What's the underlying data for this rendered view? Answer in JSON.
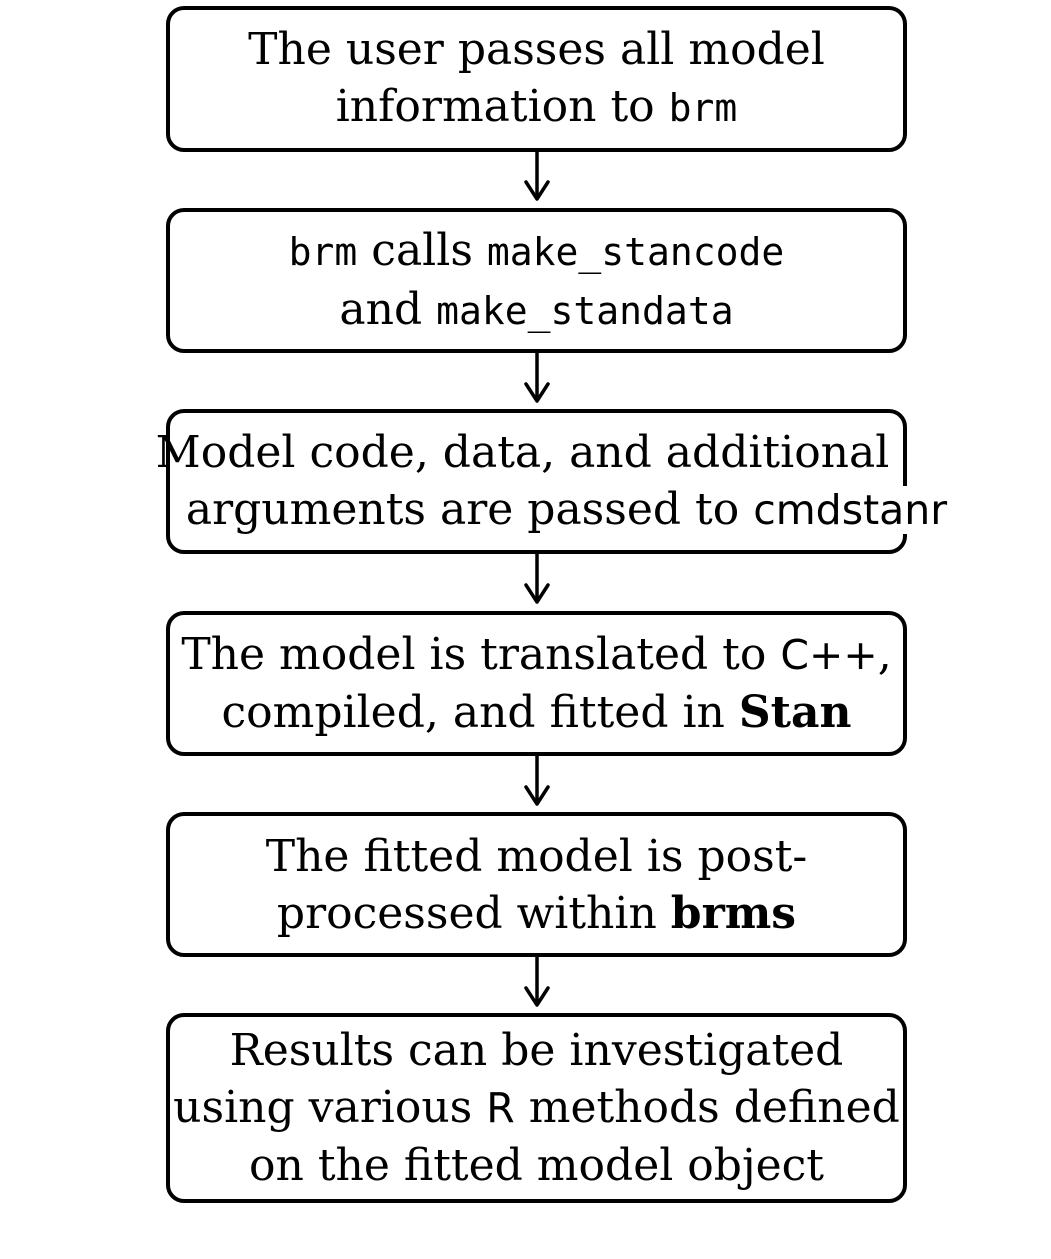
{
  "steps": [
    {
      "lines": [
        [
          {
            "text": "The user passes all model",
            "style": "serif"
          }
        ],
        [
          {
            "text": "information to ",
            "style": "serif"
          },
          {
            "text": "brm",
            "style": "mono"
          }
        ]
      ]
    },
    {
      "lines": [
        [
          {
            "text": "brm",
            "style": "mono"
          },
          {
            "text": " calls ",
            "style": "serif"
          },
          {
            "text": "make_stancode",
            "style": "mono"
          }
        ],
        [
          {
            "text": "and ",
            "style": "serif"
          },
          {
            "text": "make_standata",
            "style": "mono"
          }
        ]
      ]
    },
    {
      "lines": [
        [
          {
            "text": "Model code, data, and additional",
            "style": "serif"
          }
        ],
        [
          {
            "text": "arguments are passed to ",
            "style": "serif"
          },
          {
            "text": "cmdstanr",
            "style": "sans"
          }
        ]
      ]
    },
    {
      "lines": [
        [
          {
            "text": "The model is translated to ",
            "style": "serif"
          },
          {
            "text": "C++",
            "style": "sans"
          },
          {
            "text": ",",
            "style": "serif"
          }
        ],
        [
          {
            "text": "compiled, and fitted in ",
            "style": "serif"
          },
          {
            "text": "Stan",
            "style": "bold"
          }
        ]
      ]
    },
    {
      "lines": [
        [
          {
            "text": "The fitted model is post-",
            "style": "serif"
          }
        ],
        [
          {
            "text": "processed within ",
            "style": "serif"
          },
          {
            "text": "brms",
            "style": "bold"
          }
        ]
      ]
    },
    {
      "lines": [
        [
          {
            "text": "Results can be investigated",
            "style": "serif"
          }
        ],
        [
          {
            "text": "using various ",
            "style": "serif"
          },
          {
            "text": "R",
            "style": "sans"
          },
          {
            "text": " methods defined",
            "style": "serif"
          }
        ],
        [
          {
            "text": "on the fitted model object",
            "style": "serif"
          }
        ]
      ]
    }
  ]
}
